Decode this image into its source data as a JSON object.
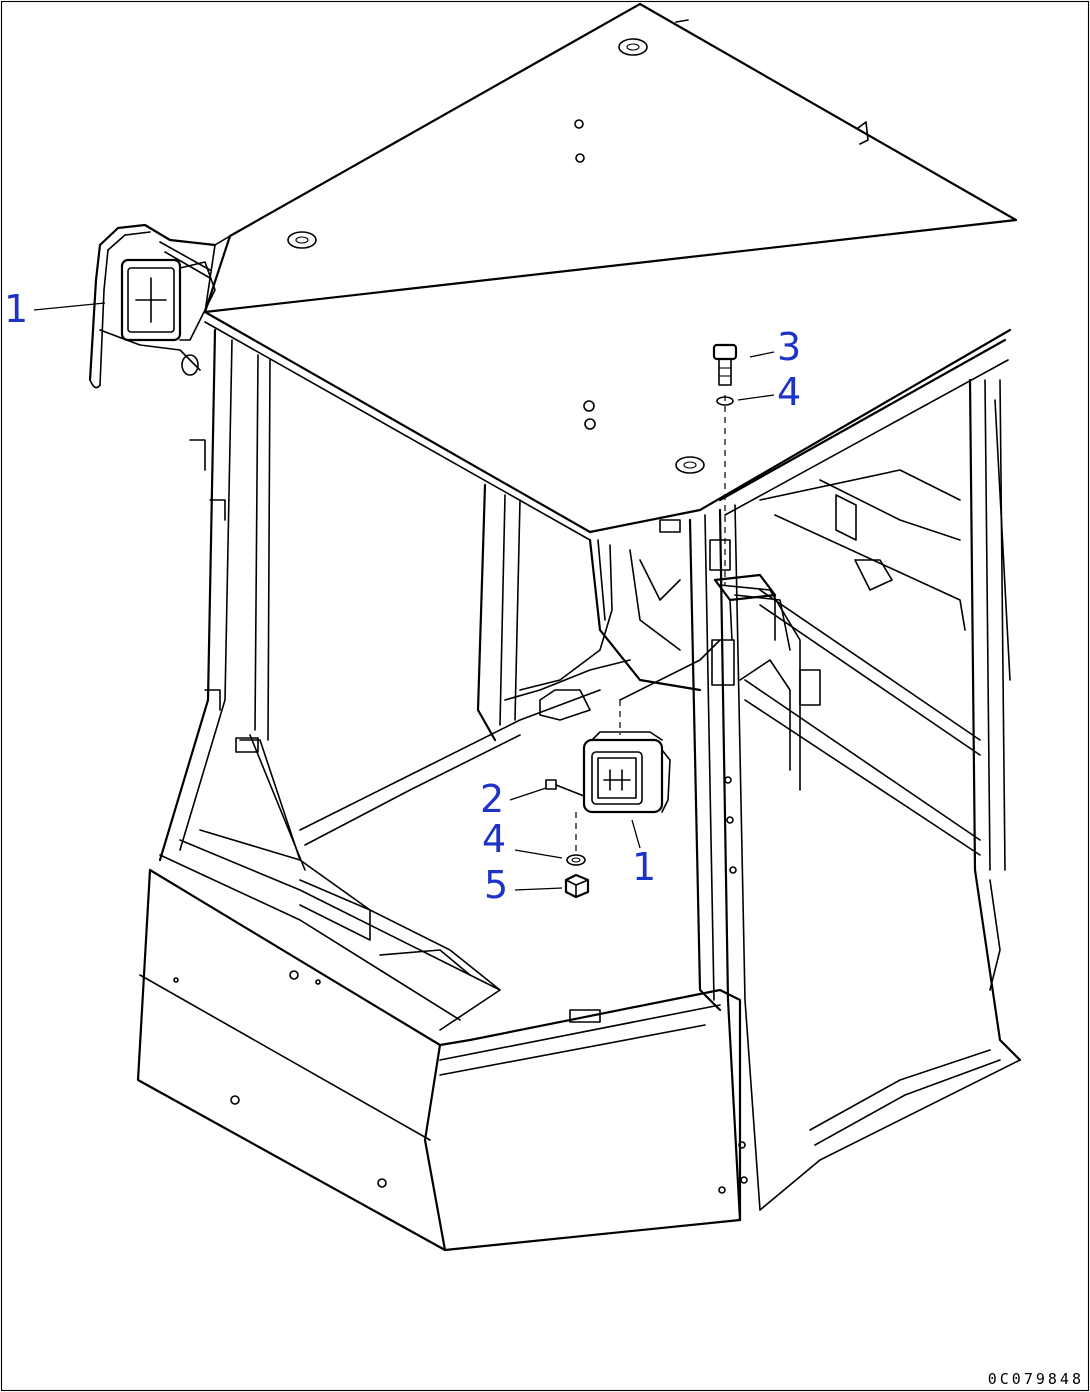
{
  "drawing": {
    "document_id": "0C079848",
    "frame_color": "#000000",
    "callout_color": "#1d33c8",
    "callouts": [
      {
        "id": "callout-1-left",
        "label": "1"
      },
      {
        "id": "callout-1-center",
        "label": "1"
      },
      {
        "id": "callout-2",
        "label": "2"
      },
      {
        "id": "callout-3",
        "label": "3"
      },
      {
        "id": "callout-4-upper",
        "label": "4"
      },
      {
        "id": "callout-4-lower",
        "label": "4"
      },
      {
        "id": "callout-5",
        "label": "5"
      }
    ]
  }
}
